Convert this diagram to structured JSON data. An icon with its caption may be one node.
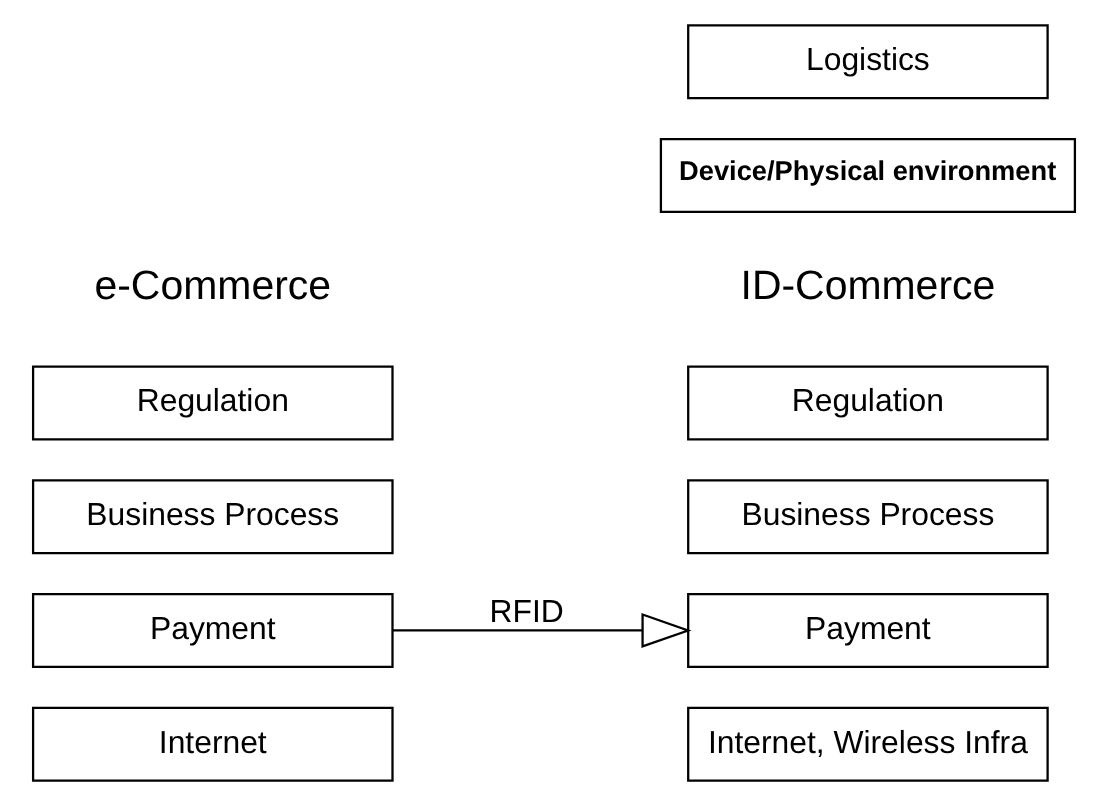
{
  "diagram": {
    "nodes": [
      {
        "text": [
          "Regulation"
        ]
      },
      {
        "text": [
          "Business Process"
        ]
      },
      {
        "text": [
          "Payment"
        ]
      },
      {
        "text": [
          "Internet"
        ]
      },
      {
        "text": [
          "Regulation"
        ]
      },
      {
        "text": [
          "Business Process"
        ]
      },
      {
        "text": [
          "Payment"
        ]
      },
      {
        "text": [
          "Logistics"
        ]
      },
      {
        "text": [
          "Internet, Wireless Infra"
        ]
      },
      {
        "text": [
          "Device/Physical environment"
        ]
      }
    ],
    "edges": [
      {
        "from": 2,
        "to": 6,
        "arrow": "to",
        "label": "RFID"
      }
    ],
    "labels": [
      "e-Commerce",
      "ID-Commerce"
    ]
  }
}
